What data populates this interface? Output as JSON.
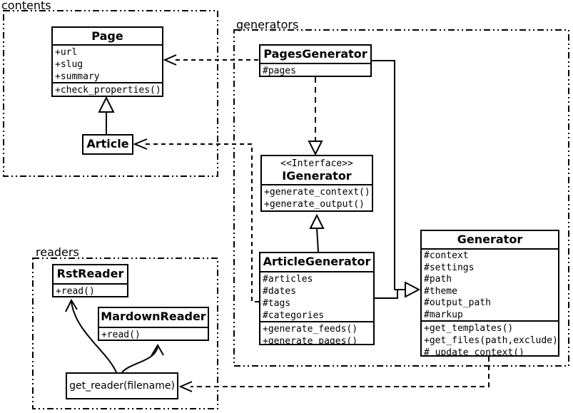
{
  "diagram_type": "uml-class-diagram",
  "colors": {
    "line": "#000000",
    "background": "#ffffff"
  },
  "packages": {
    "contents": {
      "label": "contents"
    },
    "generators": {
      "label": "generators"
    },
    "readers": {
      "label": "readers"
    }
  },
  "classes": {
    "page": {
      "name": "Page",
      "attributes": [
        "+url",
        "+slug",
        "+summary"
      ],
      "methods": [
        "+check_properties()"
      ]
    },
    "article": {
      "name": "Article"
    },
    "pages_generator": {
      "name": "PagesGenerator",
      "attributes": [
        "#pages"
      ]
    },
    "igenerator": {
      "stereotype": "<<Interface>>",
      "name": "IGenerator",
      "methods": [
        "+generate_context()",
        "+generate_output()"
      ]
    },
    "article_generator": {
      "name": "ArticleGenerator",
      "attributes": [
        "#articles",
        "#dates",
        "#tags",
        "#categories"
      ],
      "methods": [
        "+generate_feeds()",
        "+generate_pages()"
      ]
    },
    "generator": {
      "name": "Generator",
      "attributes": [
        "#context",
        "#settings",
        "#path",
        "#theme",
        "#output_path",
        "#markup"
      ],
      "methods": [
        "+get_templates()",
        "+get_files(path,exclude)",
        "#_update_context()"
      ]
    },
    "rst_reader": {
      "name": "RstReader",
      "methods": [
        "+read()"
      ]
    },
    "mardown_reader": {
      "name": "MardownReader",
      "methods": [
        "+read()"
      ]
    },
    "get_reader": {
      "label": "get_reader(filename)"
    }
  },
  "relationships": [
    {
      "from": "Article",
      "to": "Page",
      "type": "inheritance"
    },
    {
      "from": "PagesGenerator",
      "to": "IGenerator",
      "type": "realization"
    },
    {
      "from": "ArticleGenerator",
      "to": "IGenerator",
      "type": "inheritance"
    },
    {
      "from": "PagesGenerator",
      "to": "Generator",
      "type": "inheritance"
    },
    {
      "from": "ArticleGenerator",
      "to": "Generator",
      "type": "inheritance"
    },
    {
      "from": "PagesGenerator",
      "to": "Page",
      "type": "dependency"
    },
    {
      "from": "ArticleGenerator",
      "to": "Article",
      "type": "dependency"
    },
    {
      "from": "Generator",
      "to": "get_reader(filename)",
      "type": "dependency"
    },
    {
      "from": "get_reader(filename)",
      "to": "RstReader",
      "type": "association"
    },
    {
      "from": "get_reader(filename)",
      "to": "MardownReader",
      "type": "association"
    }
  ]
}
